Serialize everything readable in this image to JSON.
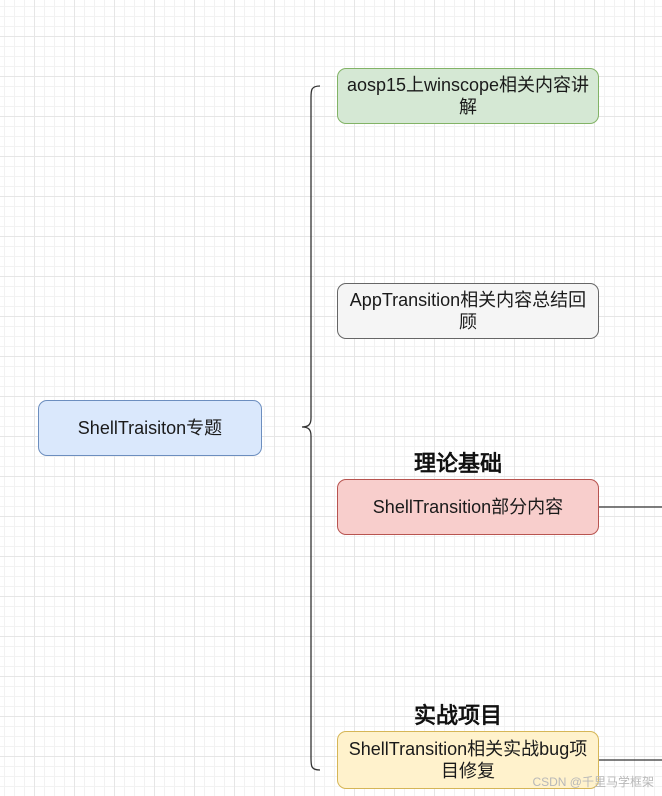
{
  "diagram": {
    "root": {
      "label": "ShellTraisiton专题",
      "fill": "#dae8fc",
      "stroke": "#6c8ebf"
    },
    "children": [
      {
        "label": "aosp15上winscope相关内容讲解",
        "fill": "#d5e8d4",
        "stroke": "#82b366"
      },
      {
        "label": "AppTransition相关内容总结回顾",
        "fill": "#f5f5f5",
        "stroke": "#666666"
      },
      {
        "label": "ShellTransition部分内容",
        "fill": "#f8cecc",
        "stroke": "#b85450"
      },
      {
        "label": "ShellTransition相关实战bug项目修复",
        "fill": "#fff2cc",
        "stroke": "#d6b656"
      }
    ],
    "section_labels": [
      "理论基础",
      "实战项目"
    ]
  },
  "watermark": "CSDN @千里马学框架"
}
